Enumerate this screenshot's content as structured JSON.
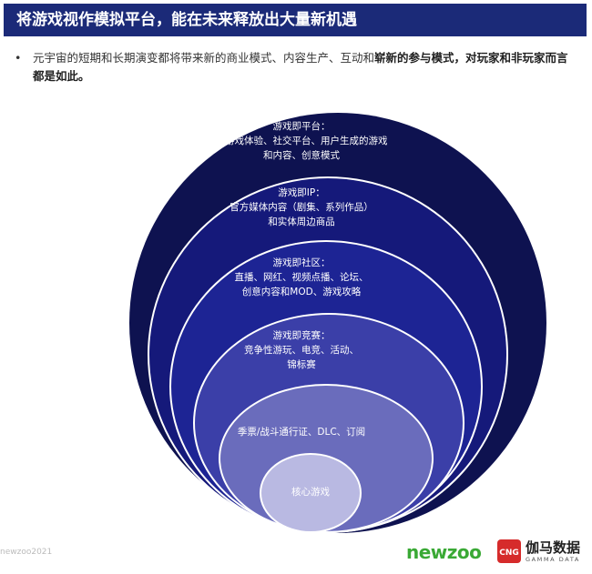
{
  "header": {
    "title": "将游戏视作模拟平台，能在未来释放出大量新机遇"
  },
  "bullet": {
    "marker": "•",
    "text_normal": "元宇宙的短期和长期演变都将带来新的商业模式、内容生产、互动和",
    "text_bold": "崭新的参与模式，对玩家和非玩家而言都是如此。"
  },
  "rings": [
    {
      "title": "游戏即平台：",
      "lines": [
        "非游戏体验、社交平台、用户生成的游戏",
        "和内容、创意模式"
      ]
    },
    {
      "title": "游戏即IP：",
      "lines": [
        "官方媒体内容（剧集、系列作品）",
        "和实体周边商品"
      ]
    },
    {
      "title": "游戏即社区：",
      "lines": [
        "直播、网红、视频点播、论坛、",
        "创意内容和MOD、游戏攻略"
      ]
    },
    {
      "title": "游戏即竞赛：",
      "lines": [
        "竞争性游玩、电竞、活动、",
        "锦标赛"
      ]
    },
    {
      "title": "季票/战斗通行证、DLC、订阅",
      "lines": []
    },
    {
      "title": "核心游戏",
      "lines": []
    }
  ],
  "colors": {
    "title_bar": "#1b2a78",
    "ring_outer": "#0e1250",
    "ring_2": "#15197a",
    "ring_3": "#1d2494",
    "ring_4": "#3b3fa8",
    "ring_5": "#6a6cbc",
    "ring_core": "#b9b9e2",
    "newzoo_green": "#3aa935",
    "gamma_red": "#d62b2b"
  },
  "footer": {
    "source": "newzoo2021",
    "newzoo_logo": "newzoo",
    "gamma_name": "伽马数据",
    "gamma_sub": "GAMMA DATA",
    "gamma_icon_text": "CNG"
  }
}
